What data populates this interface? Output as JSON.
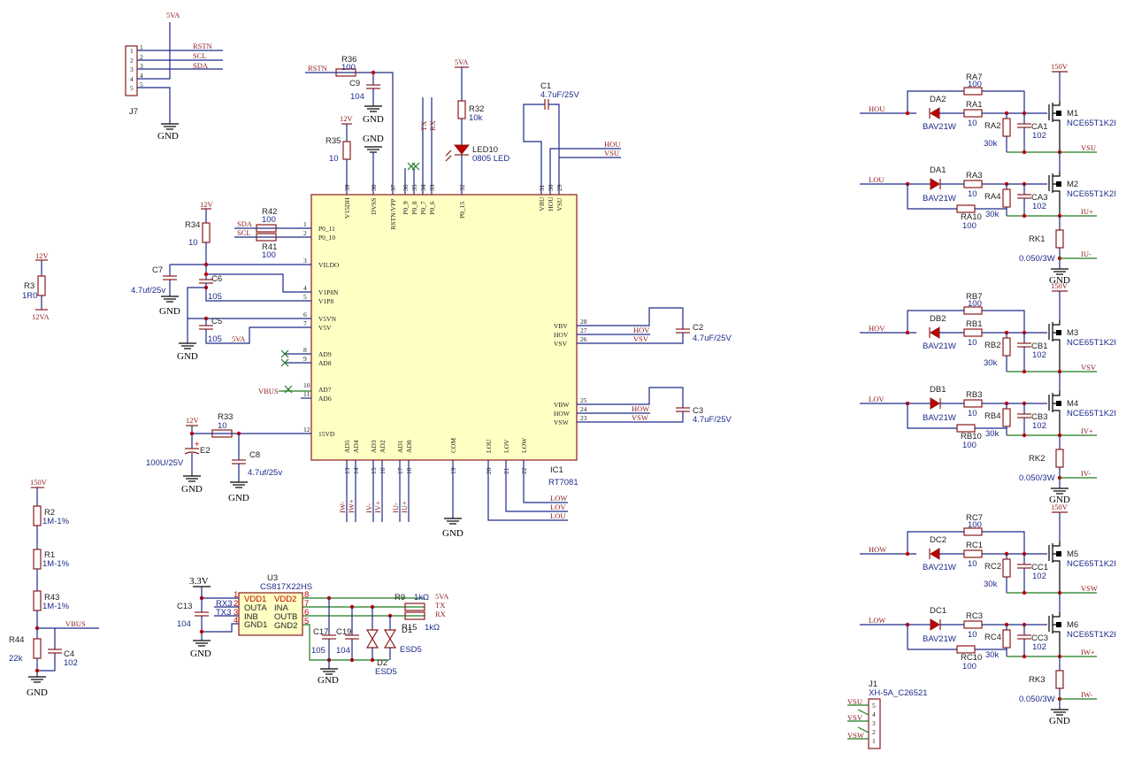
{
  "ic1": {
    "ref": "IC1",
    "part": "RT7081",
    "pins_left": [
      {
        "num": "1",
        "name": "P0_11"
      },
      {
        "num": "2",
        "name": "P0_10"
      },
      {
        "num": "3",
        "name": "VILDO"
      },
      {
        "num": "4",
        "name": "V1P8N"
      },
      {
        "num": "5",
        "name": "V1P8"
      },
      {
        "num": "6",
        "name": "V5VN"
      },
      {
        "num": "7",
        "name": "V5V"
      },
      {
        "num": "8",
        "name": "AD9"
      },
      {
        "num": "9",
        "name": "AD8"
      },
      {
        "num": "10",
        "name": "AD7"
      },
      {
        "num": "11",
        "name": "AD6"
      },
      {
        "num": "12",
        "name": "15VD"
      }
    ],
    "pins_top": [
      {
        "num": "39",
        "name": "V15DH"
      },
      {
        "num": "38",
        "name": "DVSS"
      },
      {
        "num": "37",
        "name": "RSTN/VPP"
      },
      {
        "num": "36",
        "name": "P0_9"
      },
      {
        "num": "35",
        "name": "P0_8"
      },
      {
        "num": "34",
        "name": "P0_7"
      },
      {
        "num": "33",
        "name": "P0_6"
      },
      {
        "num": "32",
        "name": "P0_15"
      },
      {
        "num": "31",
        "name": "VBU"
      },
      {
        "num": "30",
        "name": "HOU"
      },
      {
        "num": "29",
        "name": "VSU"
      }
    ],
    "pins_right": [
      {
        "num": "28",
        "name": "VBV"
      },
      {
        "num": "27",
        "name": "HOV"
      },
      {
        "num": "26",
        "name": "VSV"
      },
      {
        "num": "25",
        "name": "VBW"
      },
      {
        "num": "24",
        "name": "HOW"
      },
      {
        "num": "23",
        "name": "VSW"
      }
    ],
    "pins_bottom": [
      {
        "num": "13",
        "name": "AD5"
      },
      {
        "num": "14",
        "name": "AD4"
      },
      {
        "num": "15",
        "name": "AD3"
      },
      {
        "num": "16",
        "name": "AD2"
      },
      {
        "num": "17",
        "name": "AD1"
      },
      {
        "num": "18",
        "name": "AD0"
      },
      {
        "num": "19",
        "name": "COM"
      },
      {
        "num": "20",
        "name": "LOU"
      },
      {
        "num": "21",
        "name": "LOV"
      },
      {
        "num": "22",
        "name": "LOW"
      }
    ]
  },
  "nets": {
    "v5va": "5VA",
    "v12": "12V",
    "v12va": "12VA",
    "v150": "150V",
    "v33": "3.3V",
    "gnd": "GND",
    "rstn": "RSTN",
    "scl": "SCL",
    "sda": "SDA",
    "tx": "TX",
    "rx": "RX",
    "hou": "HOU",
    "vsu": "VSU",
    "hov": "HOV",
    "vsv": "VSV",
    "how": "HOW",
    "vsw": "VSW",
    "lou": "LOU",
    "lov": "LOV",
    "low": "LOW",
    "vbus": "VBUS",
    "iu_p": "IU+",
    "iu_m": "IU-",
    "iv_p": "IV+",
    "iv_m": "IV-",
    "iw_p": "IW+",
    "iw_m": "IW-",
    "rx3": "RX3",
    "tx3": "TX3"
  },
  "j7": {
    "ref": "J7",
    "pins": [
      "1",
      "2",
      "3",
      "4",
      "5"
    ]
  },
  "j1": {
    "ref": "J1",
    "part": "XH-5A_C26521",
    "pins": [
      "5",
      "4",
      "3",
      "2",
      "1"
    ]
  },
  "u3": {
    "ref": "U3",
    "part": "CS817X22HS",
    "left": [
      {
        "num": "1",
        "name": "VDD1"
      },
      {
        "num": "2",
        "name": "OUTA"
      },
      {
        "num": "3",
        "name": "INB"
      },
      {
        "num": "4",
        "name": "GND1"
      }
    ],
    "right": [
      {
        "num": "8",
        "name": "VDD2"
      },
      {
        "num": "7",
        "name": "INA"
      },
      {
        "num": "6",
        "name": "OUTB"
      },
      {
        "num": "5",
        "name": "GND2"
      }
    ]
  },
  "parts": {
    "r36": {
      "ref": "R36",
      "val": "100"
    },
    "c9": {
      "ref": "C9",
      "val": "104"
    },
    "r35": {
      "ref": "R35",
      "val": "10"
    },
    "r32": {
      "ref": "R32",
      "val": "10k"
    },
    "led10": {
      "ref": "LED10",
      "val": "0805 LED"
    },
    "c1": {
      "ref": "C1",
      "val": "4.7uF/25V"
    },
    "r34": {
      "ref": "R34",
      "val": "10"
    },
    "r42": {
      "ref": "R42",
      "val": "100"
    },
    "r41": {
      "ref": "R41",
      "val": "100"
    },
    "c7": {
      "ref": "C7",
      "val": "4.7uf/25v"
    },
    "c6": {
      "ref": "C6",
      "val": "105"
    },
    "c5": {
      "ref": "C5",
      "val": "105"
    },
    "r3": {
      "ref": "R3",
      "val": "1R0"
    },
    "r33": {
      "ref": "R33",
      "val": "10"
    },
    "e2": {
      "ref": "E2",
      "val": "100U/25V"
    },
    "c8": {
      "ref": "C8",
      "val": "4.7uf/25v"
    },
    "c2": {
      "ref": "C2",
      "val": "4.7uF/25V"
    },
    "c3": {
      "ref": "C3",
      "val": "4.7uF/25V"
    },
    "r2": {
      "ref": "R2",
      "val": "1M-1%"
    },
    "r1": {
      "ref": "R1",
      "val": "1M-1%"
    },
    "r43": {
      "ref": "R43",
      "val": "1M-1%"
    },
    "r44": {
      "ref": "R44",
      "val": "22k"
    },
    "c4": {
      "ref": "C4",
      "val": "102"
    },
    "c13": {
      "ref": "C13",
      "val": "104"
    },
    "c17": {
      "ref": "C17",
      "val": "105"
    },
    "c19": {
      "ref": "C19",
      "val": "104"
    },
    "r9": {
      "ref": "R9",
      "val": "1kΩ"
    },
    "r15": {
      "ref": "R15",
      "val": "1kΩ"
    },
    "d1": {
      "ref": "D1",
      "val": "ESD5"
    },
    "d2": {
      "ref": "D2",
      "val": "ESD5"
    }
  },
  "bridges": [
    {
      "id": "u",
      "mos_hi": "M1",
      "mos_lo": "M2",
      "mos_part": "NCE65T1K2I",
      "d_hi": "DA2",
      "d_lo": "DA1",
      "diode": "BAV21W",
      "r_hi_top": "RA7",
      "r_hi": "RA1",
      "r_hi_gs": "RA2",
      "c_hi": "CA1",
      "r_lo": "RA3",
      "r_lo_gs": "RA4",
      "c_lo": "CA3",
      "r_lo_bot": "RA10",
      "rk": "RK1",
      "rk_val": "0.050/3W",
      "in_hi": "HOU",
      "out_mid": "VSU",
      "in_lo": "LOU",
      "i_p": "IU+",
      "i_m": "IU-"
    },
    {
      "id": "v",
      "mos_hi": "M3",
      "mos_lo": "M4",
      "mos_part": "NCE65T1K2I",
      "d_hi": "DB2",
      "d_lo": "DB1",
      "diode": "BAV21W",
      "r_hi_top": "RB7",
      "r_hi": "RB1",
      "r_hi_gs": "RB2",
      "c_hi": "CB1",
      "r_lo": "RB3",
      "r_lo_gs": "RB4",
      "c_lo": "CB3",
      "r_lo_bot": "RB10",
      "rk": "RK2",
      "rk_val": "0.050/3W",
      "in_hi": "HOV",
      "out_mid": "VSV",
      "in_lo": "LOV",
      "i_p": "IV+",
      "i_m": "IV-"
    },
    {
      "id": "w",
      "mos_hi": "M5",
      "mos_lo": "M6",
      "mos_part": "NCE65T1K2I",
      "d_hi": "DC2",
      "d_lo": "DC1",
      "diode": "BAV21W",
      "r_hi_top": "RC7",
      "r_hi": "RC1",
      "r_hi_gs": "RC2",
      "c_hi": "CC1",
      "r_lo": "RC3",
      "r_lo_gs": "RC4",
      "c_lo": "CC3",
      "r_lo_bot": "RC10",
      "rk": "RK3",
      "rk_val": "0.050/3W",
      "in_hi": "HOW",
      "out_mid": "VSW",
      "in_lo": "LOW",
      "i_p": "IW+",
      "i_m": "IW-"
    }
  ],
  "bridge_values": {
    "r_top": "100",
    "r_gate": "10",
    "r_gs": "30k",
    "cap": "102",
    "r_bot": "100"
  }
}
